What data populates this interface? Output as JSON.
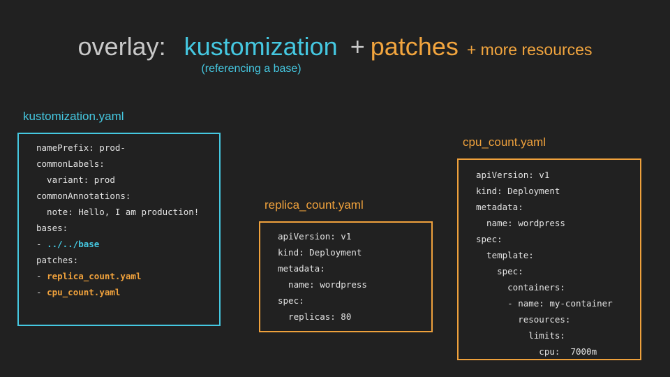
{
  "title": {
    "prefix": "overlay:",
    "term1": "kustomization",
    "plus": "+",
    "term2": "patches",
    "suffix": "+ more resources",
    "subtitle": "(referencing a base)"
  },
  "colors": {
    "background": "#212121",
    "title_gray": "#c9c9c9",
    "cyan_accent": "#45c8e1",
    "orange_accent": "#efa13c",
    "code_text": "#e3e3e3"
  },
  "panels": [
    {
      "name": "kustomization",
      "label": "kustomization.yaml",
      "accent": "cyan",
      "lines": [
        [
          {
            "t": "namePrefix: prod-"
          }
        ],
        [
          {
            "t": "commonLabels:"
          }
        ],
        [
          {
            "t": "  variant: prod"
          }
        ],
        [
          {
            "t": "commonAnnotations:"
          }
        ],
        [
          {
            "t": "  note: Hello, I am production!"
          }
        ],
        [
          {
            "t": "bases:"
          }
        ],
        [
          {
            "t": "- "
          },
          {
            "t": "../../base",
            "s": "cyan-bold"
          }
        ],
        [
          {
            "t": "patches:"
          }
        ],
        [
          {
            "t": "- "
          },
          {
            "t": "replica_count.yaml",
            "s": "orange-bold"
          }
        ],
        [
          {
            "t": "- "
          },
          {
            "t": "cpu_count.yaml",
            "s": "orange-bold"
          }
        ]
      ]
    },
    {
      "name": "replica-count",
      "label": "replica_count.yaml",
      "accent": "orange",
      "lines": [
        [
          {
            "t": "apiVersion: v1"
          }
        ],
        [
          {
            "t": "kind: Deployment"
          }
        ],
        [
          {
            "t": "metadata:"
          }
        ],
        [
          {
            "t": "  name: wordpress"
          }
        ],
        [
          {
            "t": "spec:"
          }
        ],
        [
          {
            "t": "  replicas: 80"
          }
        ]
      ]
    },
    {
      "name": "cpu-count",
      "label": "cpu_count.yaml",
      "accent": "orange",
      "lines": [
        [
          {
            "t": "apiVersion: v1"
          }
        ],
        [
          {
            "t": "kind: Deployment"
          }
        ],
        [
          {
            "t": "metadata:"
          }
        ],
        [
          {
            "t": "  name: wordpress"
          }
        ],
        [
          {
            "t": "spec:"
          }
        ],
        [
          {
            "t": "  template:"
          }
        ],
        [
          {
            "t": "    spec:"
          }
        ],
        [
          {
            "t": "      containers:"
          }
        ],
        [
          {
            "t": "      - name: my-container"
          }
        ],
        [
          {
            "t": "        resources:"
          }
        ],
        [
          {
            "t": "          limits:"
          }
        ],
        [
          {
            "t": "            cpu:  7000m"
          }
        ]
      ]
    }
  ]
}
